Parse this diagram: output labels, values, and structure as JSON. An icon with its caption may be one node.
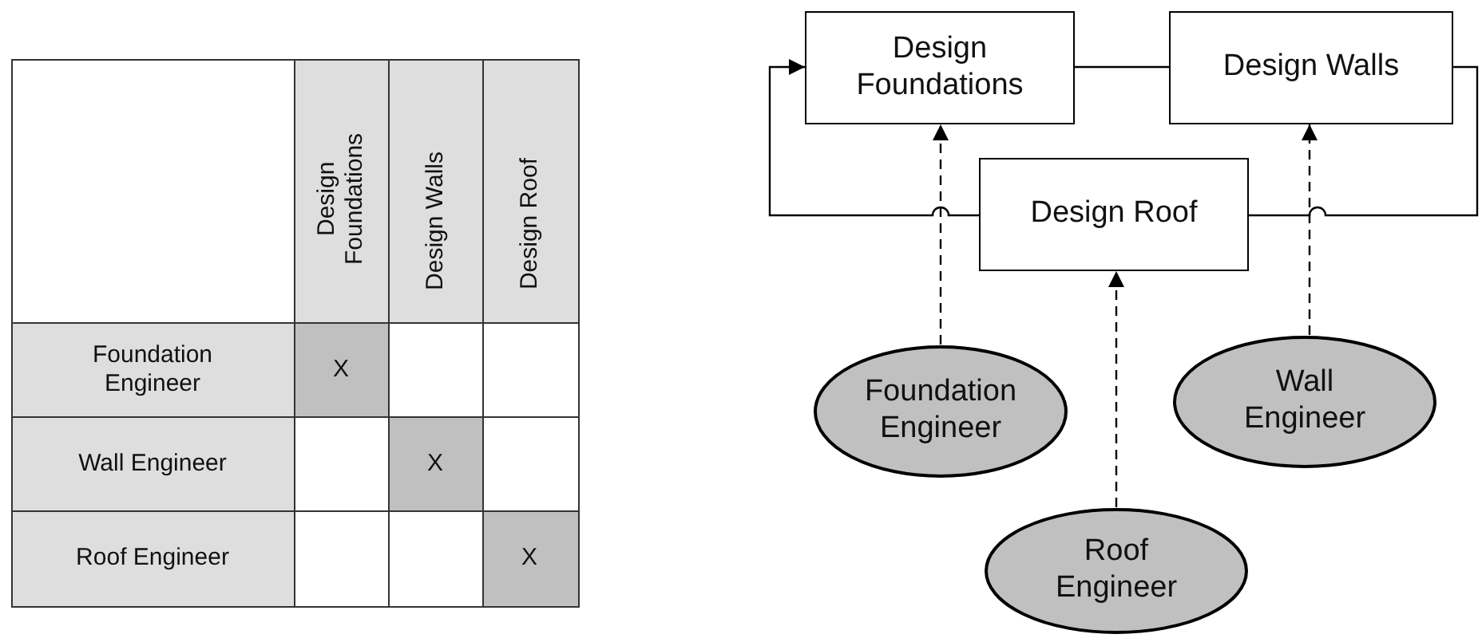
{
  "diagram": {
    "nodes": [
      {
        "text": [
          "Design Foundations"
        ]
      },
      {
        "text": [
          "Design Walls"
        ]
      },
      {
        "text": [
          "Design Roof"
        ]
      },
      {
        "text": [
          "Foundation Engineer"
        ]
      },
      {
        "text": [
          "Wall Engineer"
        ]
      },
      {
        "text": [
          "Roof Engineer"
        ]
      }
    ],
    "edges": [
      {
        "from": 0,
        "to": 1,
        "arrow": "none"
      },
      {
        "from": 1,
        "to": 2,
        "arrow": "none"
      },
      {
        "from": 2,
        "to": 0,
        "arrow": "to"
      },
      {
        "from": 3,
        "to": 0,
        "arrow": "to",
        "style": "dashed"
      },
      {
        "from": 4,
        "to": 1,
        "arrow": "to",
        "style": "dashed"
      },
      {
        "from": 5,
        "to": 2,
        "arrow": "to",
        "style": "dashed"
      }
    ],
    "labels": [
      "Design Foundations",
      "Design Walls",
      "Design Roof",
      "Foundation Engineer",
      "X",
      "Wall Engineer",
      "X",
      "Roof Engineer",
      "X"
    ]
  }
}
